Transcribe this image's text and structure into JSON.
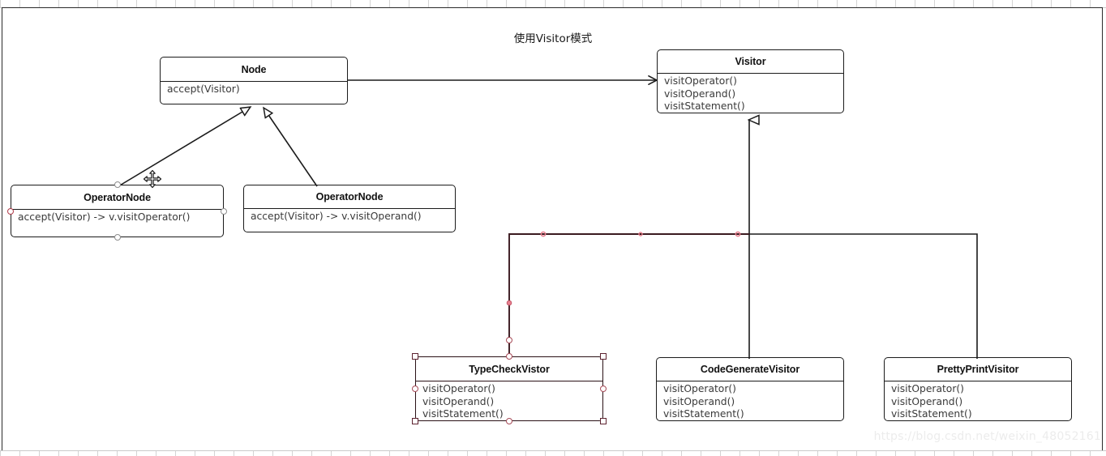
{
  "diagram": {
    "title": "使用Visitor模式",
    "watermark": "https://blog.csdn.net/weixin_48052161",
    "colors": {
      "stroke": "#1b1b1b",
      "selection": "#5d2330",
      "waypoint": "#e8808f",
      "connector_selected": "#3b1a20",
      "watermark": "#ececec"
    }
  },
  "classes": {
    "node": {
      "name": "Node",
      "members": [
        "accept(Visitor)"
      ]
    },
    "visitor": {
      "name": "Visitor",
      "members": [
        "visitOperator()",
        "visitOperand()",
        "visitStatement()"
      ]
    },
    "operator_node": {
      "name": "OperatorNode",
      "members": [
        "accept(Visitor) -> v.visitOperator()"
      ]
    },
    "operand_node": {
      "name": "OperatorNode",
      "members": [
        "accept(Visitor) -> v.visitOperand()"
      ]
    },
    "type_check_visitor": {
      "name": "TypeCheckVistor",
      "members": [
        "visitOperator()",
        "visitOperand()",
        "visitStatement()"
      ]
    },
    "code_generate_visitor": {
      "name": "CodeGenerateVisitor",
      "members": [
        "visitOperator()",
        "visitOperand()",
        "visitStatement()"
      ]
    },
    "pretty_print_visitor": {
      "name": "PrettyPrintVisitor",
      "members": [
        "visitOperator()",
        "visitOperand()",
        "visitStatement()"
      ]
    }
  },
  "relations": [
    {
      "kind": "association",
      "from": "Node",
      "to": "Visitor"
    },
    {
      "kind": "generalization",
      "from": "OperatorNode",
      "to": "Node"
    },
    {
      "kind": "generalization",
      "from": "OperatorNode",
      "to": "Node"
    },
    {
      "kind": "generalization",
      "from": "TypeCheckVistor",
      "to": "Visitor"
    },
    {
      "kind": "generalization",
      "from": "CodeGenerateVisitor",
      "to": "Visitor"
    },
    {
      "kind": "generalization",
      "from": "PrettyPrintVisitor",
      "to": "Visitor"
    }
  ]
}
